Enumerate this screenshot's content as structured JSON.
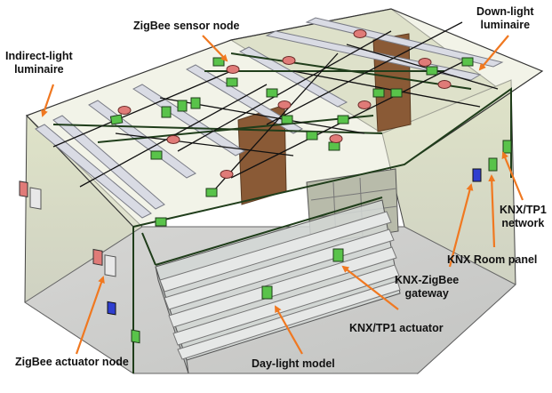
{
  "labels": {
    "zigbee_sensor_node": "ZigBee sensor node",
    "down_light_luminaire": [
      "Down-light",
      "luminaire"
    ],
    "indirect_light_luminaire": [
      "Indirect-light",
      "luminaire"
    ],
    "knx_tp1_network": [
      "KNX/TP1",
      "network"
    ],
    "knx_room_panel": "KNX Room panel",
    "knx_zigbee_gateway": [
      "KNX-ZigBee",
      "gateway"
    ],
    "knx_tp1_actuator": "KNX/TP1 actuator",
    "zigbee_actuator_node": "ZigBee actuator node",
    "day_light_model": "Day-light model"
  },
  "colors": {
    "arrow": "#f07820",
    "wall_fill": "#d9dcc4",
    "floor_fill": "#cfd0cf",
    "cable": "#1f3d1a",
    "zigbee_node_green": "#59c34a",
    "sensor_red": "#e07b78",
    "gateway_blue": "#2f3fd0",
    "door_brown": "#8a5a36"
  }
}
